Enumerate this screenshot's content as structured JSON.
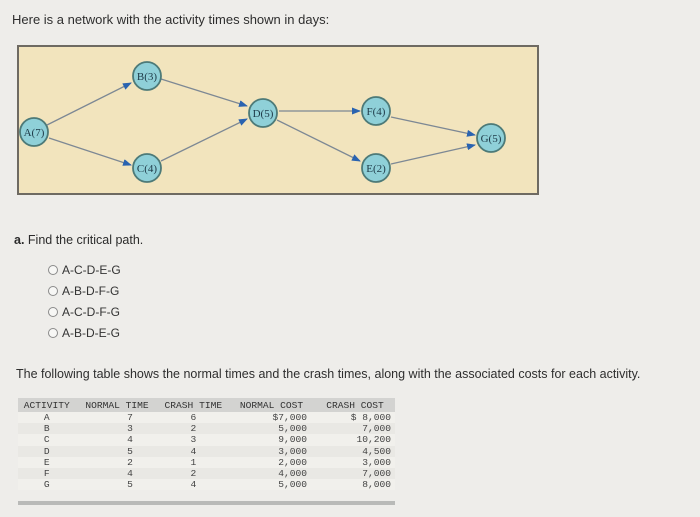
{
  "intro_text": "Here is a network with the activity times shown in days:",
  "network": {
    "background_color": "#f2e4bd",
    "node_fill": "#8fd0d8",
    "node_stroke": "#4d7a78",
    "edge_color": "#7d8894",
    "arrow_color": "#2a63b0",
    "nodes": [
      {
        "id": "A",
        "label": "A(7)",
        "duration": 7
      },
      {
        "id": "B",
        "label": "B(3)",
        "duration": 3
      },
      {
        "id": "C",
        "label": "C(4)",
        "duration": 4
      },
      {
        "id": "D",
        "label": "D(5)",
        "duration": 5
      },
      {
        "id": "F",
        "label": "F(4)",
        "duration": 4
      },
      {
        "id": "E",
        "label": "E(2)",
        "duration": 2
      },
      {
        "id": "G",
        "label": "G(5)",
        "duration": 5
      }
    ],
    "edges": [
      [
        "A",
        "B"
      ],
      [
        "A",
        "C"
      ],
      [
        "B",
        "D"
      ],
      [
        "C",
        "D"
      ],
      [
        "D",
        "F"
      ],
      [
        "D",
        "E"
      ],
      [
        "F",
        "G"
      ],
      [
        "E",
        "G"
      ]
    ]
  },
  "question": {
    "prefix": "a.",
    "text": "Find the critical path.",
    "options": [
      {
        "label": "A-C-D-E-G",
        "selected": false
      },
      {
        "label": "A-B-D-F-G",
        "selected": false
      },
      {
        "label": "A-C-D-F-G",
        "selected": false
      },
      {
        "label": "A-B-D-E-G",
        "selected": false
      }
    ]
  },
  "table_intro": "The following table shows the normal times and the crash times, along with the associated costs for each activity.",
  "table": {
    "headers": [
      "ACTIVITY",
      "NORMAL TIME",
      "CRASH TIME",
      "NORMAL COST",
      "CRASH COST"
    ],
    "rows": [
      [
        "A",
        "7",
        "6",
        "$7,000",
        "$ 8,000"
      ],
      [
        "B",
        "3",
        "2",
        "5,000",
        "7,000"
      ],
      [
        "C",
        "4",
        "3",
        "9,000",
        "10,200"
      ],
      [
        "D",
        "5",
        "4",
        "3,000",
        "4,500"
      ],
      [
        "E",
        "2",
        "1",
        "2,000",
        "3,000"
      ],
      [
        "F",
        "4",
        "2",
        "4,000",
        "7,000"
      ],
      [
        "G",
        "5",
        "4",
        "5,000",
        "8,000"
      ]
    ]
  }
}
